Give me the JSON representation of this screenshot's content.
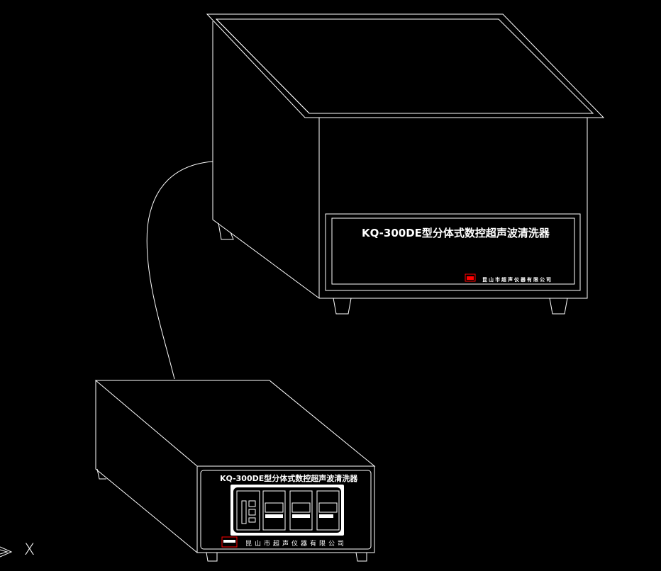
{
  "tank": {
    "model_title": "KQ-300DE型分体式数控超声波清洗器",
    "company": "昆山市超声仪器有限公司"
  },
  "controller": {
    "model_title": "KQ-300DE型分体式数控超声波清洗器",
    "company": "昆山市超声仪器有限公司"
  },
  "ucs": {
    "axis_label": "X"
  },
  "colors": {
    "background": "#000000",
    "lines": "#ffffff",
    "logo": "#ff0000"
  }
}
